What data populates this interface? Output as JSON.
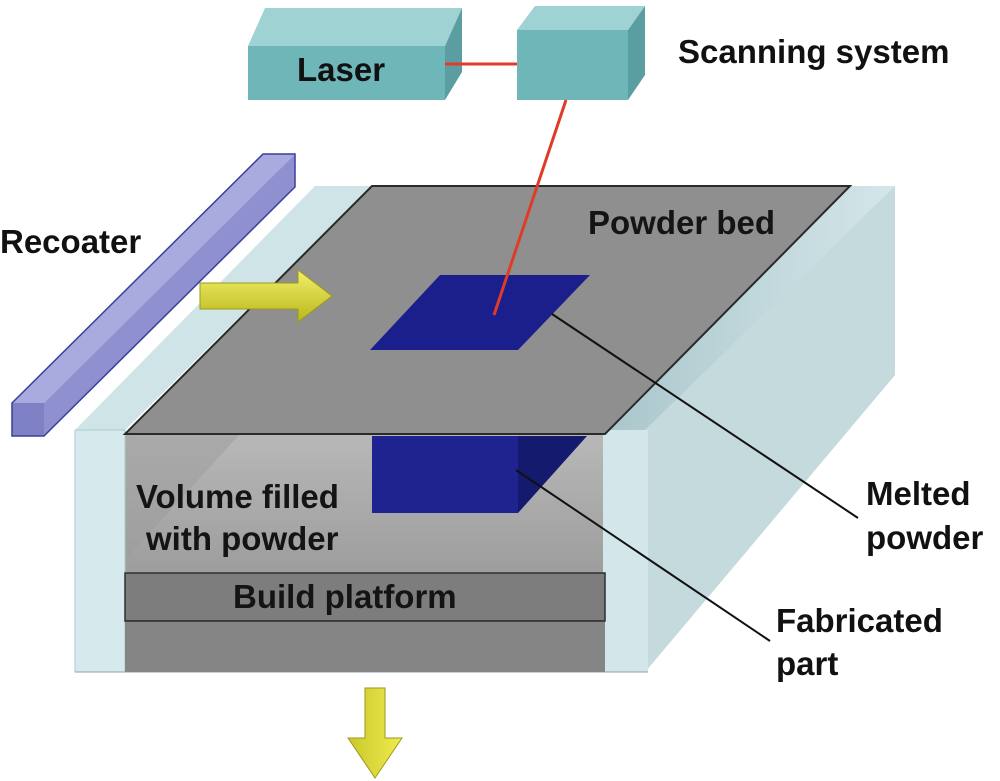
{
  "labels": {
    "laser": "Laser",
    "scanning_system": "Scanning system",
    "recoater": "Recoater",
    "powder_bed": "Powder bed",
    "melted_powder": [
      "Melted",
      "powder"
    ],
    "volume_filled": [
      "Volume filled",
      "with powder"
    ],
    "build_platform": "Build platform",
    "fabricated_part": [
      "Fabricated",
      "part"
    ]
  },
  "colors": {
    "laser_box": "#6fb6b8",
    "laser_box_top": "#9fd2d2",
    "laser_beam": "#e03a2a",
    "recoater": "#8e90d0",
    "powder_bed": "#8f8f8f",
    "melted_part": "#1a1f8c",
    "walls": "#cfe3e6",
    "arrow": "#d9d71a"
  }
}
